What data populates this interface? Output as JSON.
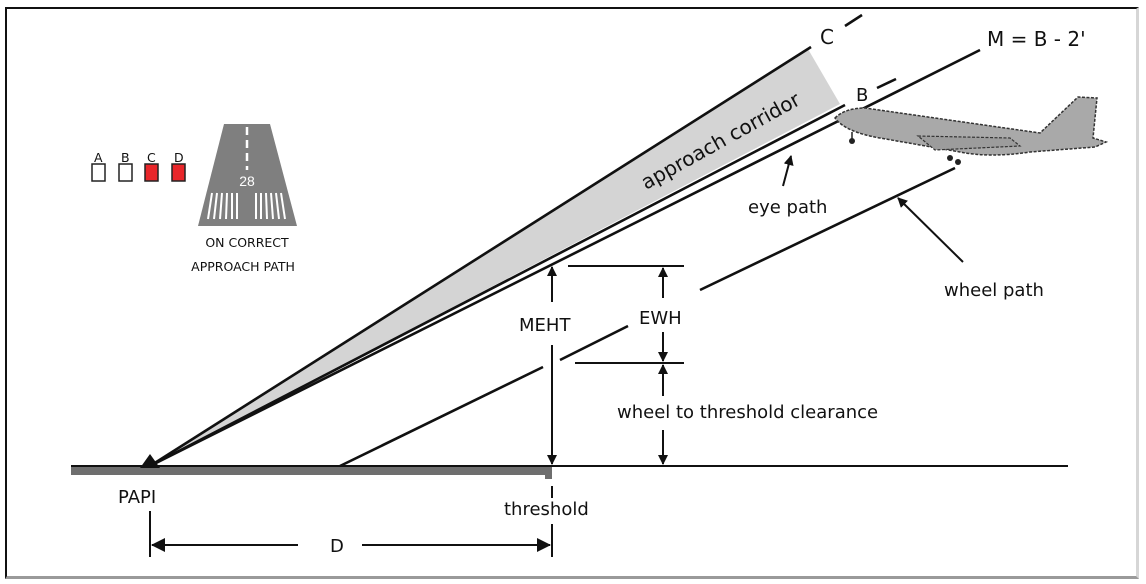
{
  "diagram": {
    "title": "PAPI approach geometry",
    "labels": {
      "line_c": "C",
      "line_b": "B",
      "line_m": "M = B - 2'",
      "corridor": "approach corridor",
      "eye_path": "eye path",
      "wheel_path": "wheel path",
      "meht": "MEHT",
      "ewh": "EWH",
      "wheel_clearance": "wheel to threshold clearance",
      "papi": "PAPI",
      "threshold": "threshold",
      "distance": "D"
    },
    "papi_indicator": {
      "lights": [
        {
          "label": "A",
          "state": "white"
        },
        {
          "label": "B",
          "state": "white"
        },
        {
          "label": "C",
          "state": "red"
        },
        {
          "label": "D",
          "state": "red"
        }
      ],
      "runway_number": "28",
      "caption_line1": "ON CORRECT",
      "caption_line2": "APPROACH PATH"
    },
    "colors": {
      "red_light": "#e8262a",
      "white_light": "#ffffff",
      "corridor_fill": "#d4d4d4",
      "runway_gray": "#7f7f7f",
      "aircraft_gray": "#a9a9a9",
      "ground": "#6e6e6e"
    }
  }
}
